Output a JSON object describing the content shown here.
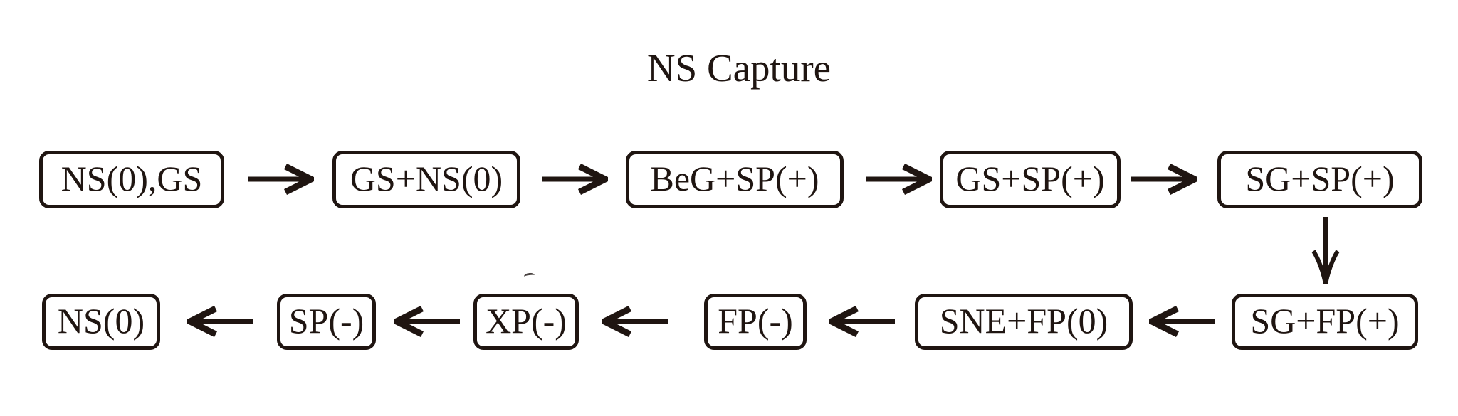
{
  "title": "NS Capture",
  "colors": {
    "ink": "#1f1511",
    "background": "#ffffff"
  },
  "diagram": {
    "top_row": [
      {
        "label": "NS(0),GS"
      },
      {
        "label": "GS+NS(0)"
      },
      {
        "label": "BeG+SP(+)"
      },
      {
        "label": "GS+SP(+)"
      },
      {
        "label": "SG+SP(+)"
      }
    ],
    "bottom_row": [
      {
        "label": "NS(0)"
      },
      {
        "label": "SP(-)"
      },
      {
        "label": "XP(-)"
      },
      {
        "label": "FP(-)"
      },
      {
        "label": "SNE+FP(0)"
      },
      {
        "label": "SG+FP(+)"
      }
    ]
  }
}
